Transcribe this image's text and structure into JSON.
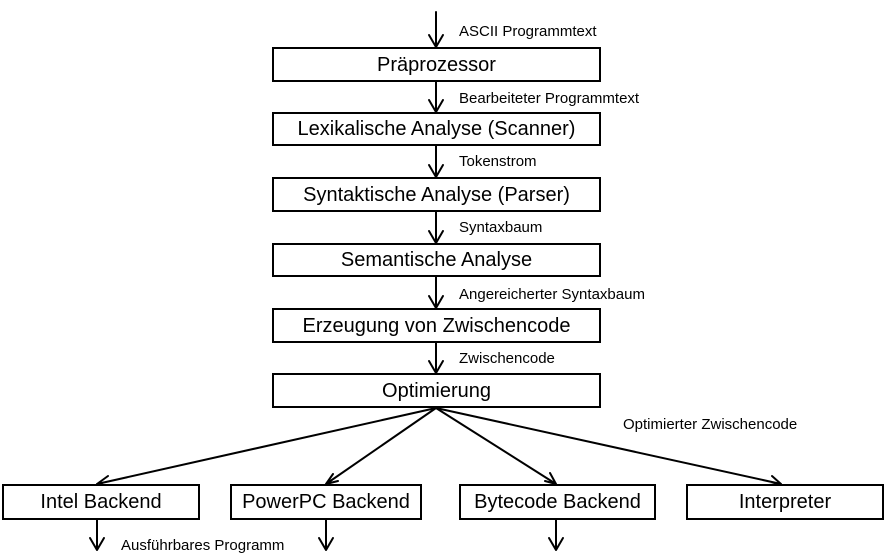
{
  "stages": [
    "Präprozessor",
    "Lexikalische Analyse (Scanner)",
    "Syntaktische Analyse (Parser)",
    "Semantische Analyse",
    "Erzeugung von Zwischencode",
    "Optimierung"
  ],
  "flows": [
    "ASCII Programmtext",
    "Bearbeiteter Programmtext",
    "Tokenstrom",
    "Syntaxbaum",
    "Angereicherter Syntaxbaum",
    "Zwischencode",
    "Optimierter Zwischencode"
  ],
  "backends": [
    "Intel Backend",
    "PowerPC Backend",
    "Bytecode Backend",
    "Interpreter"
  ],
  "output_label": "Ausführbares Programm"
}
